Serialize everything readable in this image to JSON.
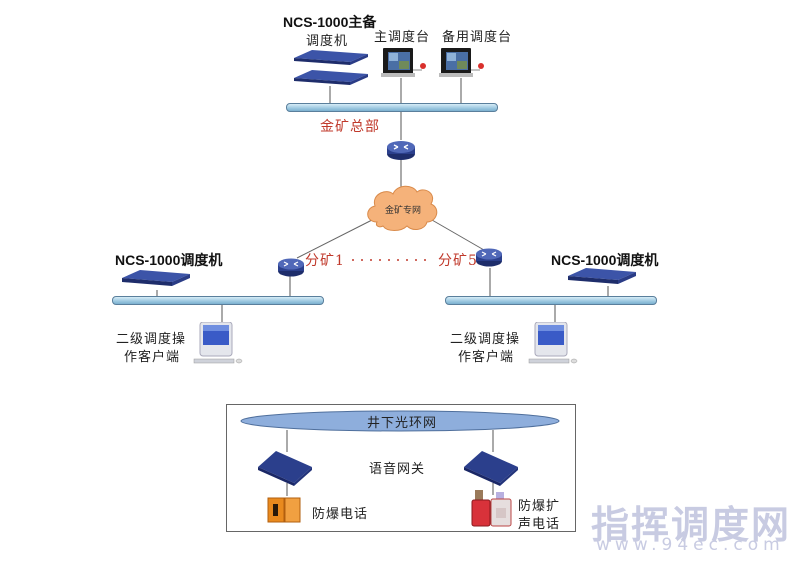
{
  "headquarters": {
    "server_label_line1": "NCS-1000主备",
    "server_label_line2": "调度机",
    "main_console_label": "主调度台",
    "backup_console_label": "备用调度台",
    "network_label": "金矿总部"
  },
  "cloud": {
    "label": "金矿专网"
  },
  "branch_left": {
    "router_label": "分矿1",
    "server_label": "NCS-1000调度机",
    "client_label_line1": "二级调度操",
    "client_label_line2": "作客户端"
  },
  "branch_right": {
    "router_label": "分矿5",
    "server_label": "NCS-1000调度机",
    "client_label_line1": "二级调度操",
    "client_label_line2": "作客户端"
  },
  "underground": {
    "ring_label": "井下光环网",
    "gateway_label": "语音网关",
    "phone_label": "防爆电话",
    "speaker_phone_label_line1": "防爆扩",
    "speaker_phone_label_line2": "声电话"
  },
  "watermark": {
    "text": "指挥调度网",
    "url": "www.94ec.com"
  },
  "colors": {
    "accent_red": "#c0392b",
    "device_blue": "#2b3f8c",
    "cloud_orange": "#f5b27a"
  }
}
